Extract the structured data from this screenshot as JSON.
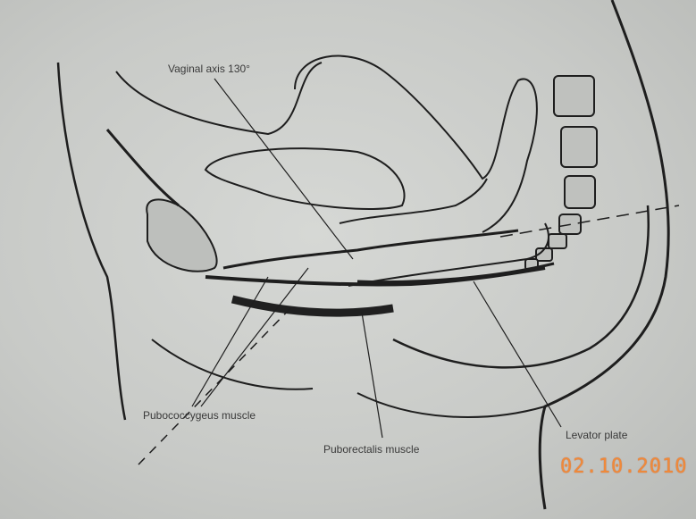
{
  "labels": {
    "vaginal_axis": "Vaginal axis 130°",
    "pubococcygeus": "Pubococcygeus muscle",
    "puborectalis": "Puborectalis muscle",
    "levator_plate": "Levator plate"
  },
  "date_stamp": "02.10.2010",
  "colors": {
    "ink": "#1e1e1e",
    "paper": "#cfd1ce",
    "stamp": "#f08a3a"
  }
}
